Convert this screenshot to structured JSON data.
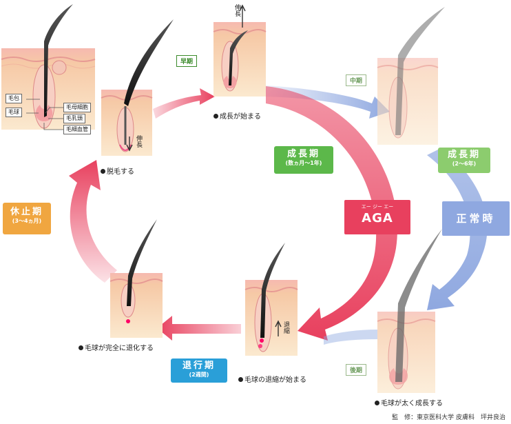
{
  "stages": {
    "early": "早期",
    "middle": "中期",
    "late": "後期"
  },
  "captions": {
    "shed": "脱毛する",
    "growth_begins": "成長が始まる",
    "bulb_thickens": "毛球が太く成長する",
    "bulb_shrinks": "毛球の退縮が始まる",
    "bulb_regressed": "毛球が完全に退化する"
  },
  "phases": {
    "anagen_aga": {
      "title": "成長期",
      "sub": "(数ヵ月～1年)"
    },
    "anagen_normal": {
      "title": "成長期",
      "sub": "(2～6年)"
    },
    "telogen": {
      "title": "休止期",
      "sub": "(3～4ヵ月)"
    },
    "catagen": {
      "title": "退行期",
      "sub": "(2週間)"
    }
  },
  "aga": {
    "ruby": "エー ジー エー",
    "label": "AGA"
  },
  "normal_label": "正常時",
  "parts": {
    "follicle": "毛包",
    "bulb": "毛球",
    "matrix": "毛母細胞",
    "papilla": "毛乳頭",
    "capillary": "毛細血管"
  },
  "arrows": {
    "extend": "伸長",
    "retract": "退縮"
  },
  "credit": "監　修：東京医科大学 皮膚科　坪井良治",
  "colors": {
    "aga_red": "#e8405e",
    "normal_blue": "#8fa8e0",
    "anagen_green": "#5cb84a",
    "normal_green": "#8ccc6e",
    "telogen_orange": "#f0a640",
    "catagen_blue": "#2a9fd8"
  }
}
